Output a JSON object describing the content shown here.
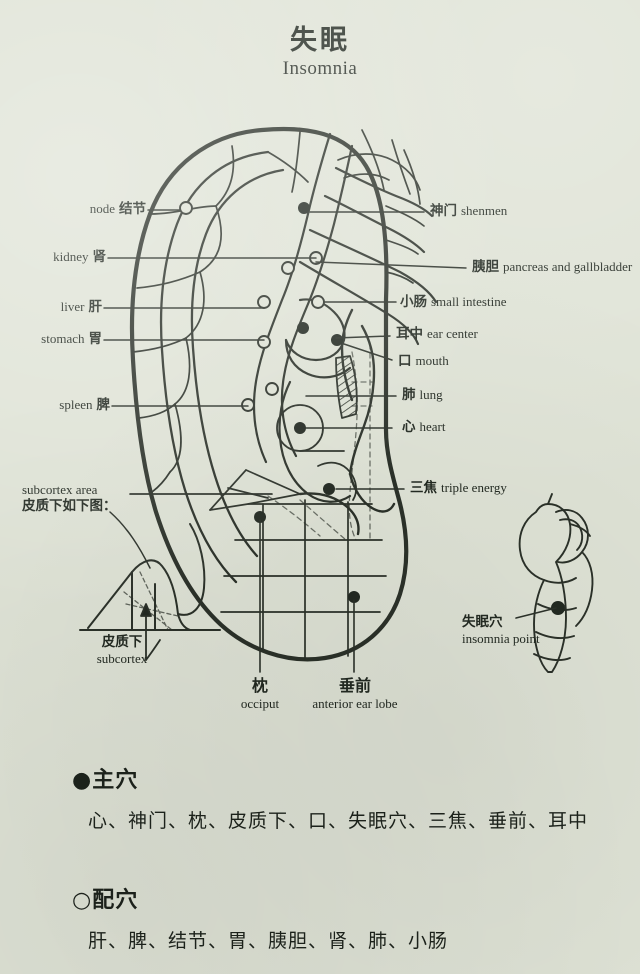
{
  "page": {
    "background_color": "#dfe3d6",
    "ink_color": "#232a22"
  },
  "header": {
    "title_cn": "失眠",
    "title_en": "Insomnia"
  },
  "diagram": {
    "name": "auricular-acupoint-ear-chart",
    "left_labels": [
      {
        "id": "node",
        "en": "node",
        "cn": "结节",
        "marker": "hollow"
      },
      {
        "id": "kidney",
        "en": "kidney",
        "cn": "肾",
        "marker": "hollow"
      },
      {
        "id": "liver",
        "en": "liver",
        "cn": "肝",
        "marker": "hollow"
      },
      {
        "id": "stomach",
        "en": "stomach",
        "cn": "胃",
        "marker": "hollow"
      },
      {
        "id": "spleen",
        "en": "spleen",
        "cn": "脾",
        "marker": "hollow"
      }
    ],
    "right_labels": [
      {
        "id": "shenmen",
        "cn": "神门",
        "en": "shenmen",
        "marker": "solid"
      },
      {
        "id": "pancreas",
        "cn": "胰胆",
        "en": "pancreas and gallbladder",
        "marker": "hollow"
      },
      {
        "id": "small-intestine",
        "cn": "小肠",
        "en": "small intestine",
        "marker": "hollow"
      },
      {
        "id": "ear-center",
        "cn": "耳中",
        "en": "ear center",
        "marker": "solid"
      },
      {
        "id": "mouth",
        "cn": "口",
        "en": "mouth",
        "marker": "solid"
      },
      {
        "id": "lung",
        "cn": "肺",
        "en": "lung",
        "marker": "hollow"
      },
      {
        "id": "heart",
        "cn": "心",
        "en": "heart",
        "marker": "solid"
      },
      {
        "id": "triple-energy",
        "cn": "三焦",
        "en": "triple energy",
        "marker": "solid"
      }
    ],
    "subcortex_callout": {
      "en_top": "subcortex area",
      "cn_top": "皮质下如下图：",
      "cn_bottom": "皮质下",
      "en_bottom": "subcortex"
    },
    "bottom_labels": [
      {
        "id": "occiput",
        "cn": "枕",
        "en": "occiput"
      },
      {
        "id": "anterior-ear-lobe",
        "cn": "垂前",
        "en": "anterior ear lobe"
      }
    ],
    "inset": {
      "id": "insomnia-point-inset",
      "cn": "失眠穴",
      "en": "insomnia point"
    }
  },
  "prescription": {
    "main": {
      "bullet": "●",
      "heading": "主穴",
      "points": "心、神门、枕、皮质下、口、失眠穴、三焦、垂前、耳中"
    },
    "adjunct": {
      "bullet": "○",
      "heading": "配穴",
      "points": "肝、脾、结节、胃、胰胆、肾、肺、小肠"
    }
  }
}
